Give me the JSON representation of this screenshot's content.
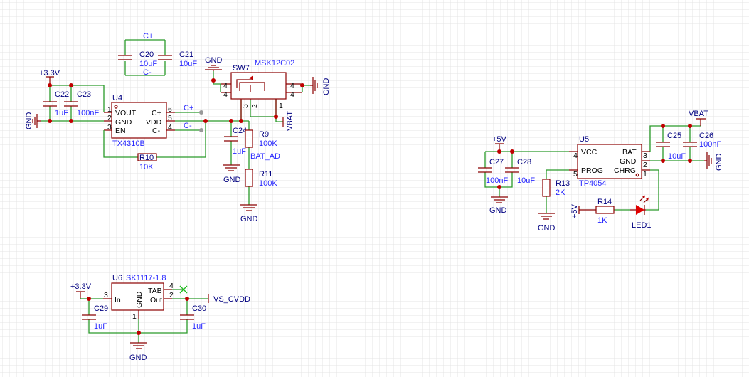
{
  "colors": {
    "wire": "#2a9a2a",
    "component": "#8b0000",
    "designator": "#000080",
    "value": "#2a2aff",
    "junction": "#c00000",
    "grid": "#e4e4e4"
  },
  "charge_pump": {
    "c20": {
      "ref": "C20",
      "value": "10uF"
    },
    "c21": {
      "ref": "C21",
      "value": "10uF"
    },
    "net_cplus": "C+",
    "net_cminus": "C-",
    "supply": "+3.3V",
    "gnd_left": "GND",
    "c22": {
      "ref": "C22",
      "value": "1uF"
    },
    "c23": {
      "ref": "C23",
      "value": "100nF"
    },
    "u4": {
      "ref": "U4",
      "part": "TX4310B",
      "pins": {
        "vout": "VOUT",
        "gnd": "GND",
        "en": "EN",
        "cp": "C+",
        "vdd": "VDD",
        "cm": "C-"
      },
      "nums": {
        "p1": "1",
        "p2": "2",
        "p3": "3",
        "p6": "6",
        "p5": "5",
        "p4": "4"
      }
    },
    "net_label_cplus": "C+",
    "net_label_cminus": "C-",
    "r10": {
      "ref": "R10",
      "value": "10K"
    },
    "c24": {
      "ref": "C24",
      "value": "1uF"
    },
    "gnd_c24": "GND",
    "r9": {
      "ref": "R9",
      "value": "100K"
    },
    "bat_ad": "BAT_AD",
    "r11": {
      "ref": "R11",
      "value": "100K"
    },
    "gnd_r11": "GND",
    "sw7": {
      "ref": "SW7",
      "part": "MSK12C02",
      "pins": {
        "a": "4",
        "b": "4",
        "c": "4",
        "d": "4",
        "p3": "3",
        "p2": "2",
        "p1": "1"
      }
    },
    "gnd_sw_left": "GND",
    "gnd_sw_right": "GND",
    "vbat": "VBAT"
  },
  "charger": {
    "supply": "+5V",
    "c27": {
      "ref": "C27",
      "value": "100nF"
    },
    "c28": {
      "ref": "C28",
      "value": "10uF"
    },
    "gnd_caps": "GND",
    "u5": {
      "ref": "U5",
      "part": "TP4054",
      "pins": {
        "vcc": "VCC",
        "prog": "PROG",
        "bat": "BAT",
        "gnd": "GND",
        "chrg": "CHRG"
      },
      "nums": {
        "p4": "4",
        "p5": "5",
        "p3": "3",
        "p2": "2",
        "p1": "1"
      }
    },
    "r13": {
      "ref": "R13",
      "value": "2K"
    },
    "gnd_r13": "GND",
    "vbat": "VBAT",
    "c25": {
      "ref": "C25",
      "value": "10uF"
    },
    "c26": {
      "ref": "C26",
      "value": "100nF"
    },
    "gnd_right": "GND",
    "led_supply": "+5V",
    "r14": {
      "ref": "R14",
      "value": "1K"
    },
    "led": {
      "ref": "LED1"
    }
  },
  "ldo": {
    "supply": "+3.3V",
    "u6": {
      "ref": "U6",
      "part": "SK1117-1.8",
      "pins": {
        "in": "In",
        "tab": "TAB",
        "out": "Out",
        "gnd": "GND"
      },
      "nums": {
        "p3": "3",
        "p4": "4",
        "p2": "2",
        "p1": "1"
      }
    },
    "output_net": "VS_CVDD",
    "c29": {
      "ref": "C29",
      "value": "1uF"
    },
    "c30": {
      "ref": "C30",
      "value": "1uF"
    },
    "gnd": "GND"
  }
}
